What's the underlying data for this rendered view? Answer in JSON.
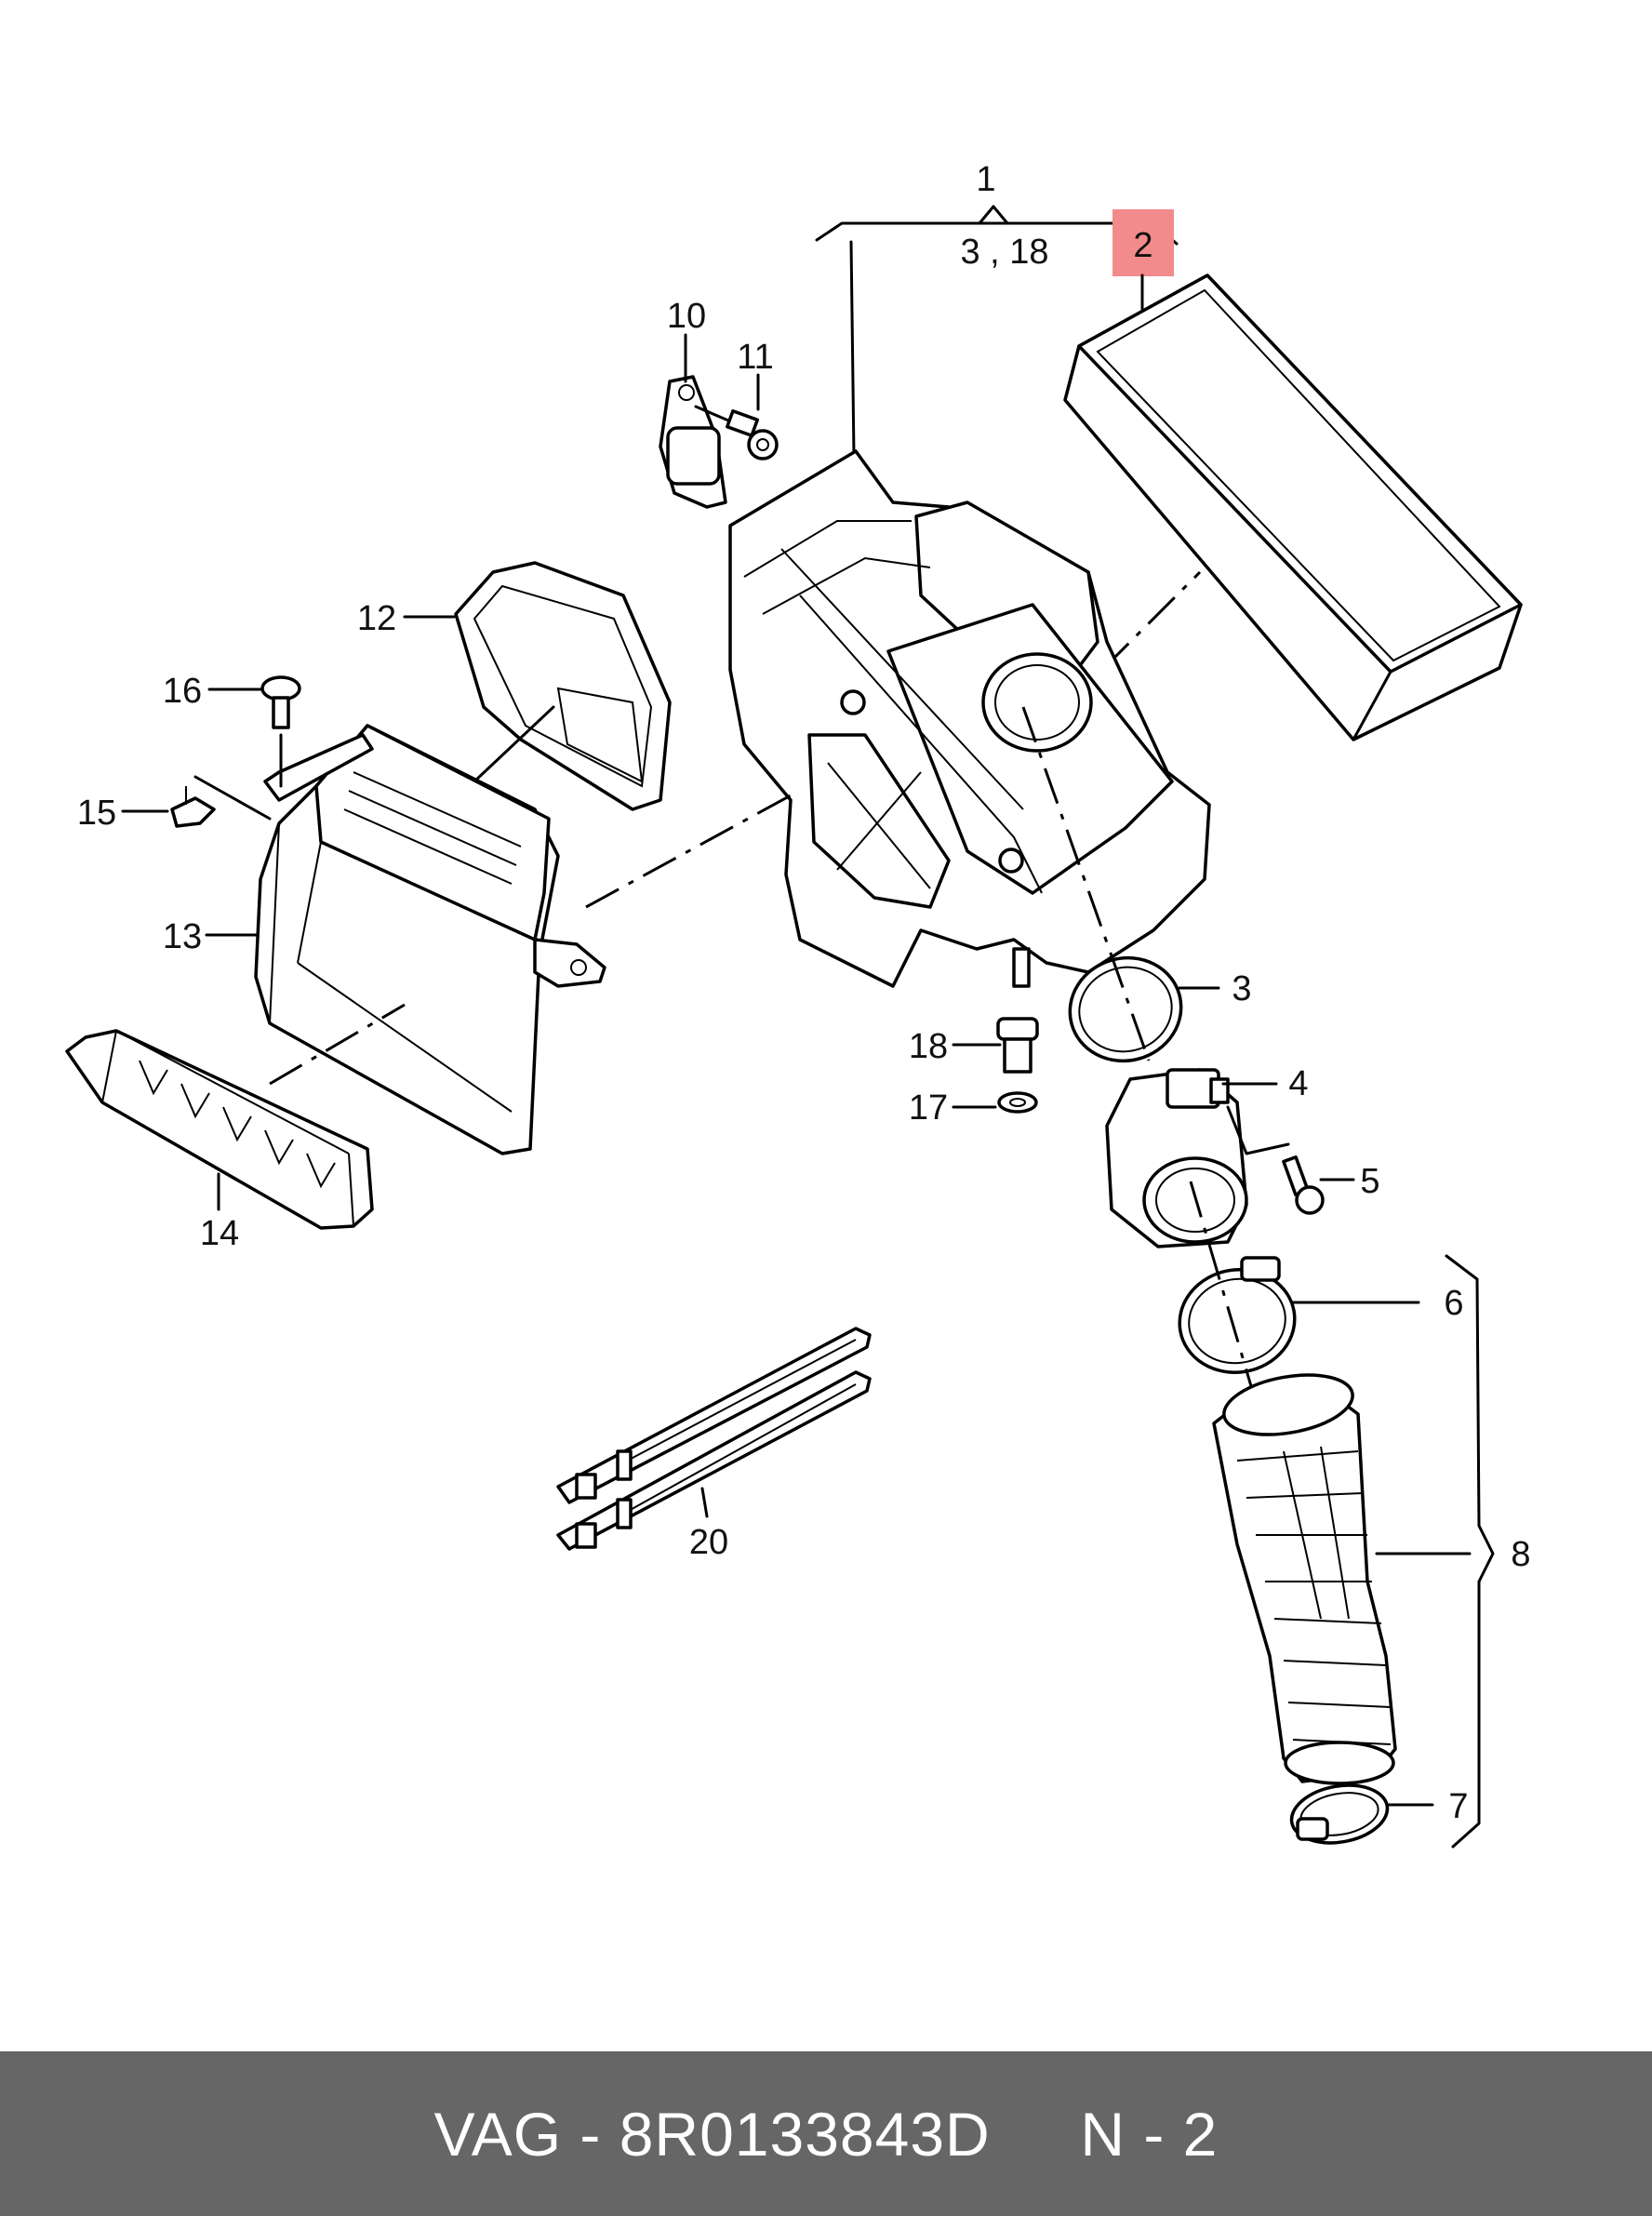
{
  "callouts": {
    "c1": "1",
    "c1_sub": "3 , 18",
    "c2": "2",
    "c3": "3",
    "c4": "4",
    "c5": "5",
    "c6": "6",
    "c7": "7",
    "c8": "8",
    "c10": "10",
    "c11": "11",
    "c12": "12",
    "c13": "13",
    "c14": "14",
    "c15": "15",
    "c16": "16",
    "c17": "17",
    "c18": "18",
    "c20": "20"
  },
  "highlight": {
    "callout": "2",
    "color": "#f28b8b"
  },
  "footer": {
    "text": "VAG - 8R0133843D     N - 2",
    "background": "#666666",
    "color": "#ffffff"
  }
}
